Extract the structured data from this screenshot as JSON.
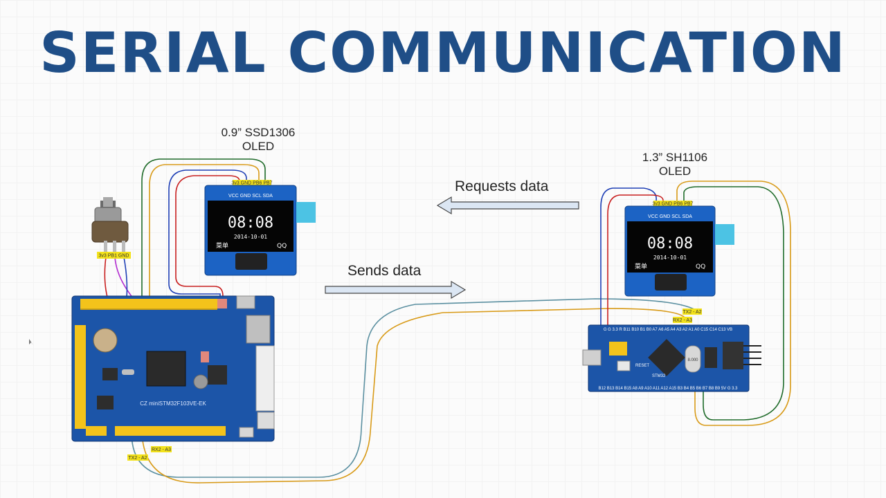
{
  "title": "SERIAL COMMUNICATION",
  "oled_left": {
    "size_model": "0.9” SSD1306",
    "type": "OLED",
    "pin_header": "3v3 GND PB6 PB7",
    "pin_row": "VCC GND SCL SDA",
    "time": "08:08",
    "date": "2014-10-01",
    "menu": "菜单",
    "app": "QQ"
  },
  "oled_right": {
    "size_model": "1.3” SH1106",
    "type": "OLED",
    "pin_header": "3v3 GND PB6 PB7",
    "pin_row": "VCC GND SCL SDA",
    "time": "08:08",
    "date": "2014-10-01",
    "menu": "菜单",
    "app": "QQ"
  },
  "pot_label": "3v3 PB1 GND",
  "board_left": {
    "name": "CZ miniSTM32F103VE-EK",
    "tx_tag": "TX2 - A2",
    "rx_tag": "RX2 - A3"
  },
  "board_right": {
    "tx_tag": "TX2 - A2",
    "rx_tag": "RX2 - A3",
    "top_pins": "G G 3.3 R B11 B10 B1 B0 A7 A6 A5 A4 A3 A2 A1 A0 C15 C14 C13 VB",
    "bottom_pins": "B12 B13 B14 B15 A8 A9 A10 A11 A12 A15 B3 B4 B5 B6 B7 B8 B9 5V G 3.3",
    "chip": "STM32",
    "reset": "RESET",
    "crystal": "8.000"
  },
  "arrows": {
    "requests": "Requests data",
    "sends": "Sends data"
  },
  "colors": {
    "title": "#1f4e87",
    "board_blue": "#1c55a8",
    "header_yellow": "#f3c31b",
    "oled_blue": "#2a6fd1",
    "wire_red": "#c81e1e",
    "wire_blue": "#1e3fb5",
    "wire_green": "#1f6b2a",
    "wire_orange": "#d89a17",
    "wire_teal": "#5a8fa0",
    "wire_purple": "#b12ad0",
    "arrow_fill": "#dbe6f3"
  }
}
